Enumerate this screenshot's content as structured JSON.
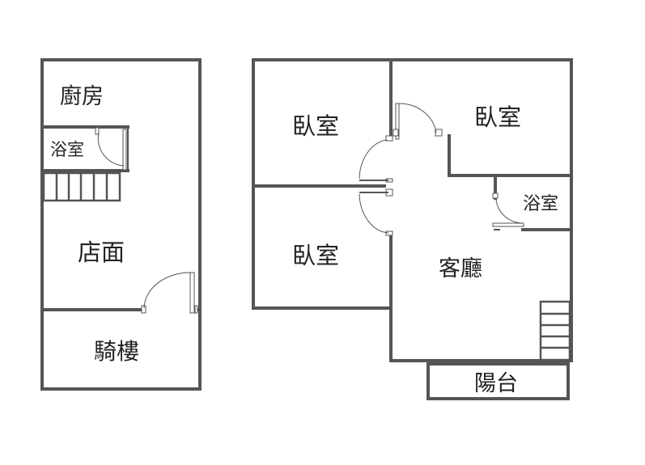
{
  "left_unit": {
    "kitchen": "廚房",
    "bathroom": "浴室",
    "shop": "店面",
    "arcade": "騎樓"
  },
  "right_unit": {
    "bedroom_top_left": "臥室",
    "bedroom_top_right": "臥室",
    "bedroom_bottom_left": "臥室",
    "bathroom": "浴室",
    "living_room": "客廳",
    "balcony": "陽台"
  }
}
